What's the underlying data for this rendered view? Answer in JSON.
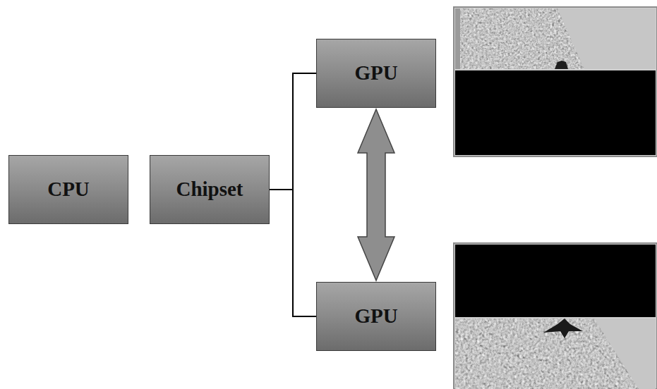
{
  "diagram": {
    "nodes": [
      {
        "text": [
          "CPU"
        ]
      },
      {
        "text": [
          "Chipset"
        ]
      },
      {
        "text": [
          "GPU"
        ]
      },
      {
        "text": [
          "GPU"
        ]
      }
    ],
    "edges": [
      {
        "from": 1,
        "to": 2,
        "arrow": "none"
      },
      {
        "from": 1,
        "to": 3,
        "arrow": "none"
      },
      {
        "from": 2,
        "to": 3,
        "arrow": "both"
      }
    ]
  }
}
